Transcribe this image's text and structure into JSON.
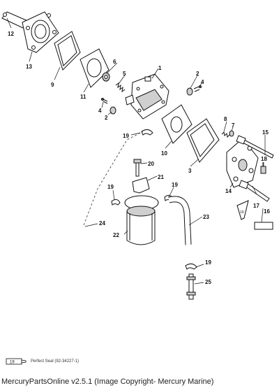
{
  "part_labels": {
    "p1": "1",
    "p2a": "2",
    "p2b": "2",
    "p3": "3",
    "p4a": "4",
    "p4b": "4",
    "p5": "5",
    "p6": "6",
    "p7": "7",
    "p8": "8",
    "p9": "9",
    "p10": "10",
    "p11": "11",
    "p12": "12",
    "p13": "13",
    "p14": "14",
    "p15": "15",
    "p16": "16",
    "p17": "17",
    "p18": "18",
    "p19a": "19",
    "p19b": "19",
    "p19c": "19",
    "p19d": "19",
    "p20": "20",
    "p21": "21",
    "p22": "22",
    "p23": "23",
    "p24": "24",
    "p25": "25"
  },
  "legend": {
    "icon_number": "19",
    "text": "Perfect Seal (92-34227-1)"
  },
  "footer": {
    "text": "MercuryPartsOnline v2.5.1 (Image Copyright- Mercury Marine)"
  }
}
